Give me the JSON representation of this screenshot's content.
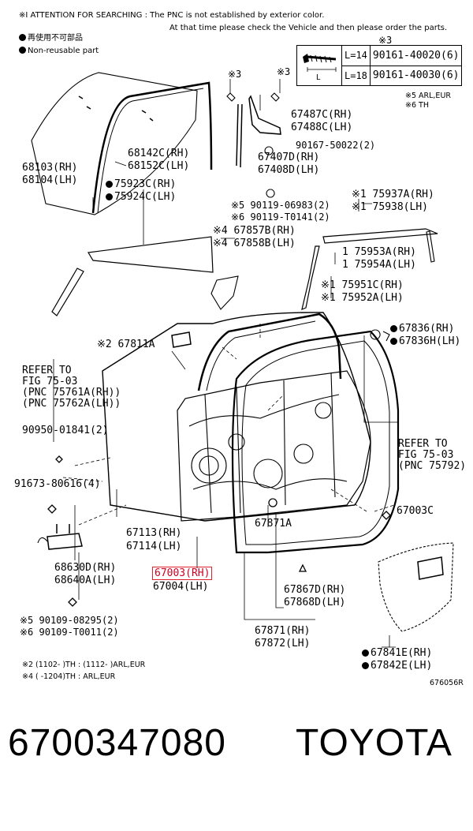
{
  "header": {
    "attention_line1": "※I ATTENTION FOR SEARCHING : The PNC is not established by exterior color.",
    "attention_line2": "At that time please check the Vehicle and then please order the parts.",
    "legend_reuse": "再使用不可部品",
    "legend_nonreusable": "Non-reusable part"
  },
  "bolt_table": {
    "note": "※3",
    "dimension": "L",
    "rows": [
      {
        "length": "L=14",
        "part": "90161-40020(6)"
      },
      {
        "length": "L=18",
        "part": "90161-40030(6)"
      }
    ],
    "notes": [
      "※5 ARL,EUR",
      "※6 TH"
    ]
  },
  "labels": {
    "p68103": "68103(RH)",
    "p68104": "68104(LH)",
    "p68142c": "68142C(RH)",
    "p68152c": "68152C(LH)",
    "p75923c": "75923C(RH)",
    "p75924c": "75924C(LH)",
    "n3a": "※3",
    "n3b": "※3",
    "p67487c": "67487C(RH)",
    "p67488c": "67488C(LH)",
    "p90167": "90167-50022(2)",
    "p67407d": "67407D(RH)",
    "p67408d": "67408D(LH)",
    "p90119a": "※5 90119-06983(2)",
    "p90119b": "※6 90119-T0141(2)",
    "p67857b": "※4 67857B(RH)",
    "p67858b": "※4 67858B(LH)",
    "p75937a": "※1 75937A(RH)",
    "p75938": "※1 75938(LH)",
    "p75953a": "1 75953A(RH)",
    "p75954a": "1 75954A(LH)",
    "p75951c": "※1 75951C(RH)",
    "p75952a": "※1 75952A(LH)",
    "p67836": "67836(RH)",
    "p67836h": "67836H(LH)",
    "p67811a": "※2 67811A",
    "refer1_a": "REFER TO",
    "refer1_b": "FIG 75-03",
    "refer1_c": "(PNC 75761A(RH))",
    "refer1_d": "(PNC 75762A(LH))",
    "p90950": "90950-01841(2)",
    "refer2_a": "REFER TO",
    "refer2_b": "FIG 75-03",
    "refer2_c": "(PNC 75792)",
    "p91673": "91673-80616(4)",
    "p67003c": "67003C",
    "p67113": "67113(RH)",
    "p67114": "67114(LH)",
    "p67871a": "67871A",
    "p68630d": "68630D(RH)",
    "p68640a": "68640A(LH)",
    "p67003rh": "67003(RH)",
    "p67004": "67004(LH)",
    "p67867d": "67867D(RH)",
    "p67868d": "67868D(LH)",
    "p90109a": "※5 90109-08295(2)",
    "p90109b": "※6 90109-T0011(2)",
    "p67871": "67871(RH)",
    "p67872": "67872(LH)",
    "p67841e": "67841E(RH)",
    "p67842e": "67842E(LH)",
    "foot1": "※2 (1102-      )TH : (1112-      )ARL,EUR",
    "foot2": "※4 (      -1204)TH : ARL,EUR",
    "fig_no": "676056R"
  },
  "footer": {
    "part_number": "6700347080",
    "brand": "TOYOTA"
  },
  "colors": {
    "highlight": "#cc2233",
    "ink": "#000000"
  }
}
